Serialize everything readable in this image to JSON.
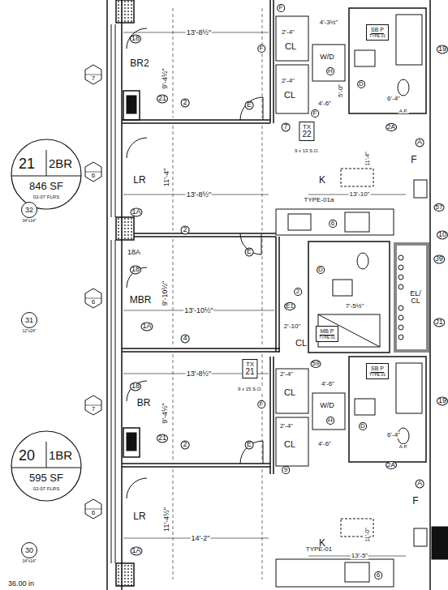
{
  "diagram": {
    "nodes": [
      {
        "text": [
          "SB P",
          "TYPE 01"
        ]
      },
      {
        "text": [
          "7"
        ]
      },
      {
        "text": [
          "TX",
          "22"
        ]
      },
      {
        "text": [
          "6"
        ]
      },
      {
        "text": [
          "21",
          "2BR",
          "846 SF",
          "02-07 FLRS"
        ]
      },
      {
        "text": [
          "32",
          "34\"x14\""
        ]
      },
      {
        "text": [
          "EL/ CL"
        ]
      },
      {
        "text": [
          "6"
        ]
      },
      {
        "text": [
          "31",
          "12\"x24\""
        ]
      },
      {
        "text": [
          "MB P",
          "TYPE 01"
        ]
      },
      {
        "text": [
          "TX",
          "21"
        ]
      },
      {
        "text": [
          "SB P",
          "TYPE 01"
        ]
      },
      {
        "text": [
          "7"
        ]
      },
      {
        "text": [
          "20",
          "1BR",
          "595 SF",
          "02-07 FLRS"
        ]
      },
      {
        "text": [
          "6"
        ]
      },
      {
        "text": [
          "30",
          "34\"x14\""
        ]
      }
    ],
    "labels": [
      "18",
      "13'-8½\"",
      "2'-4\"",
      "4'-3½\"",
      "F",
      "CL",
      "F",
      "BR2",
      "H",
      "W/D",
      "9'-4½\"",
      "2'-4\"",
      "5'-0\"",
      "D",
      "CL",
      "21",
      "4'-6\"",
      "6'-4\"",
      "2",
      "E",
      "F",
      "A.P.",
      "7",
      "2A",
      "9 x 13 S.O.",
      "A",
      "F",
      "11'-4\"",
      "LR",
      "K",
      "11'-4\"",
      "TYPE-01a",
      "13'-10\"",
      "13'-8½\"",
      "57",
      "1A",
      "6",
      "2",
      "10",
      "E",
      "18A",
      "J9",
      "18",
      "D",
      "9'-10½\"",
      "2",
      "MBR",
      "E1",
      "13'-10½\"",
      "J1",
      "7'-5½\"",
      "2'-10\"",
      "1A",
      "4",
      "CL",
      "59",
      "13'-8½\"",
      "2'-4\"",
      "4'-6\"",
      "9 x 15 S.O.",
      "18",
      "CL",
      "19",
      "BR",
      "9'-4½\"",
      "F",
      "W/D",
      "H",
      "2'-4\"",
      "D",
      "6'-4\"",
      "21",
      "4'-6\"",
      "CL",
      "E",
      "2",
      "A.P.",
      "2A",
      "9",
      "A",
      "F",
      "LR",
      "11'-4½\"",
      "11'-0\"",
      "14'-2\"",
      "K",
      "1A",
      "TYPE-01",
      "13'-5\"",
      "6",
      "19",
      "36.00 in"
    ]
  }
}
